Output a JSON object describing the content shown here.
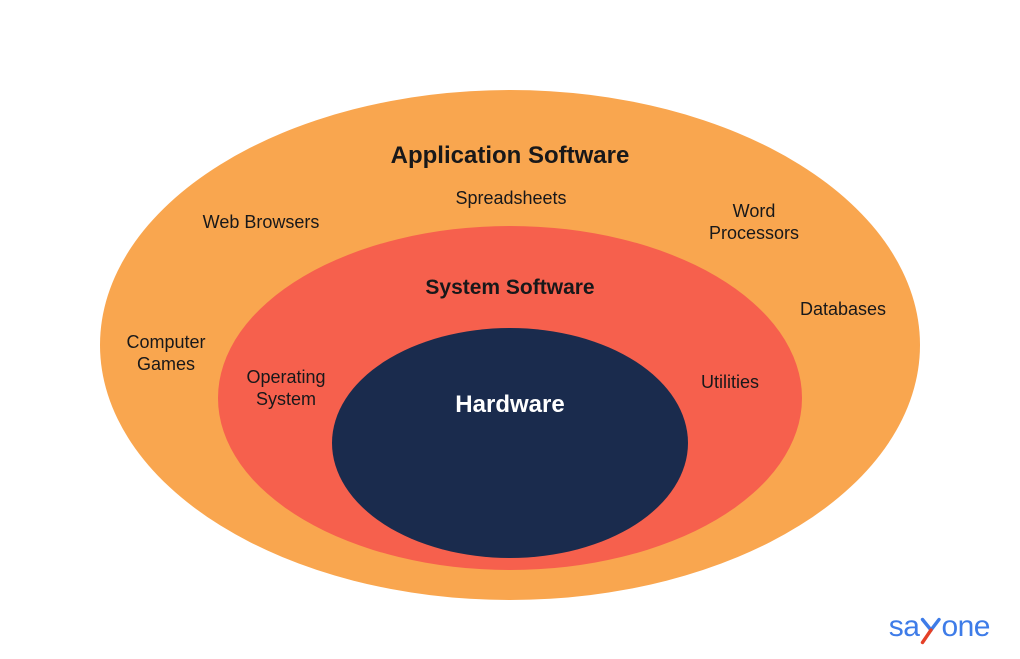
{
  "background": "#FFFFFF",
  "text_color": "#18181A",
  "layers": {
    "application": {
      "title": "Application Software",
      "color": "#F9A64F",
      "items": {
        "spreadsheets": "Spreadsheets",
        "web_browsers": "Web Browsers",
        "word_processors": "Word\nProcessors",
        "databases": "Databases",
        "computer_games": "Computer\nGames"
      }
    },
    "system": {
      "title": "System Software",
      "color": "#F6604D",
      "items": {
        "operating_system": "Operating\nSystem",
        "utilities": "Utilities"
      }
    },
    "hardware": {
      "title": "Hardware",
      "color": "#1A2B4D",
      "title_color": "#FFFFFF"
    }
  },
  "logo": {
    "prefix": "sa",
    "suffix": "one",
    "glyph": "stylized-y-chevron",
    "text_color": "#3E7CE8",
    "accent_color": "#E44027"
  }
}
